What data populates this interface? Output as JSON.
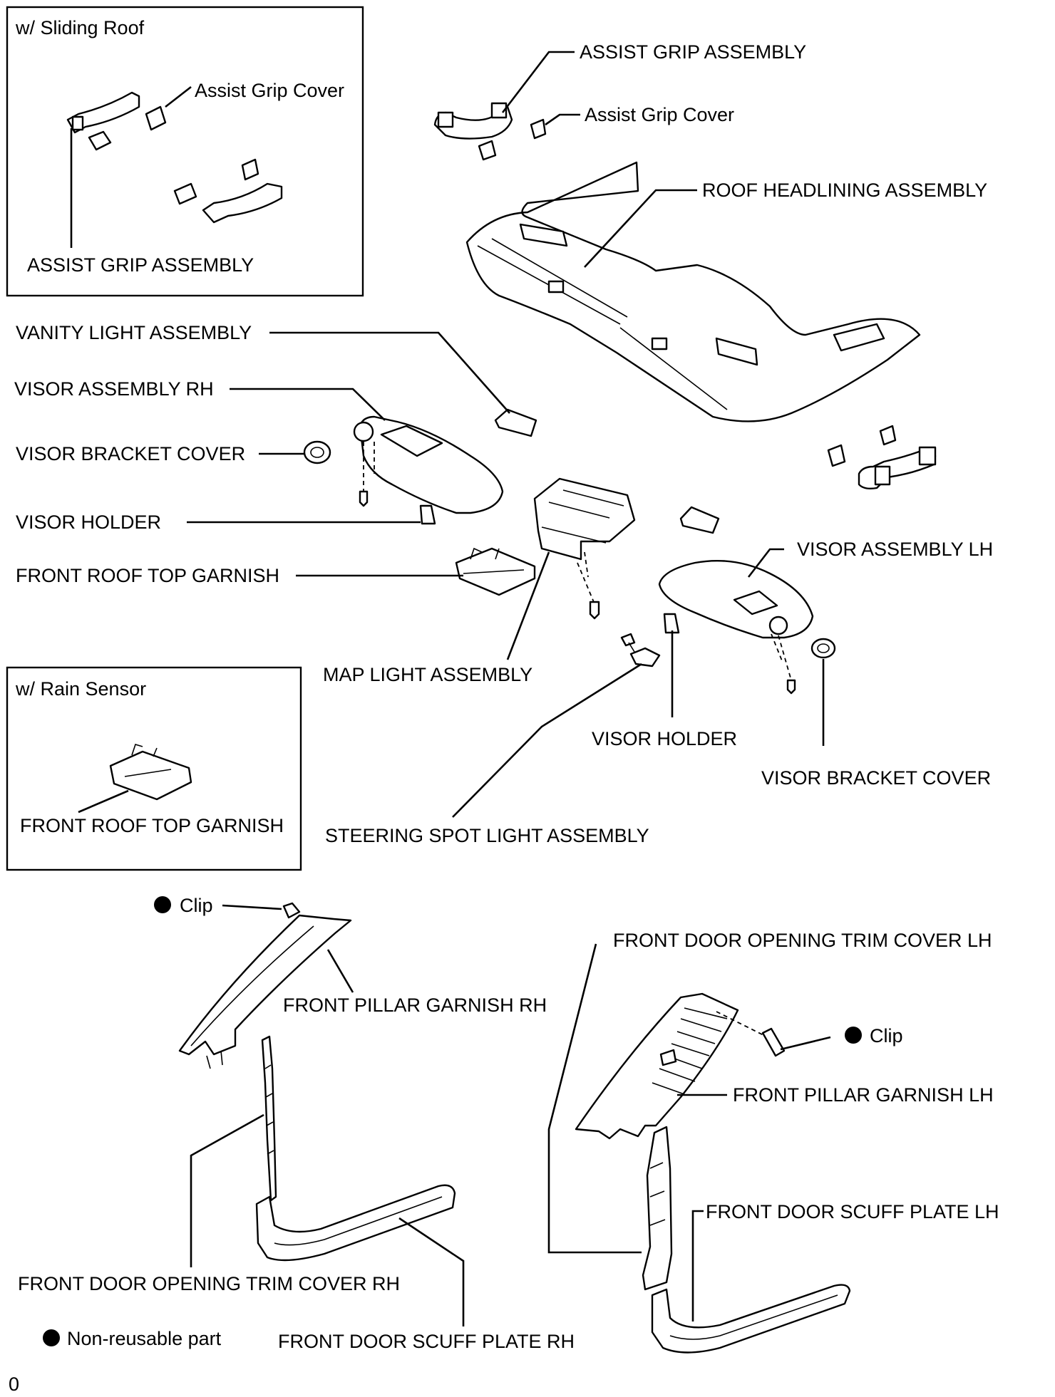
{
  "insets": {
    "sliding_roof": {
      "title": "w/ Sliding  Roof",
      "grip_cover": "Assist Grip Cover",
      "grip_assembly": "ASSIST GRIP ASSEMBLY"
    },
    "rain_sensor": {
      "title": "w/ Rain Sensor",
      "garnish": "FRONT ROOF TOP GARNISH"
    }
  },
  "labels": {
    "assist_grip_assembly": "ASSIST GRIP ASSEMBLY",
    "assist_grip_cover": "Assist Grip Cover",
    "roof_headlining_assembly": "ROOF HEADLINING ASSEMBLY",
    "vanity_light_assembly": "VANITY LIGHT ASSEMBLY",
    "visor_assembly_rh": "VISOR ASSEMBLY RH",
    "visor_bracket_cover_rh": "VISOR BRACKET COVER",
    "visor_holder_rh": "VISOR HOLDER",
    "front_roof_top_garnish": "FRONT ROOF TOP GARNISH",
    "visor_assembly_lh": "VISOR ASSEMBLY LH",
    "map_light_assembly": "MAP LIGHT ASSEMBLY",
    "visor_holder_lh": "VISOR HOLDER",
    "visor_bracket_cover_lh": "VISOR BRACKET COVER",
    "steering_spot_light_assembly": "STEERING SPOT LIGHT ASSEMBLY",
    "clip_rh": "Clip",
    "front_pillar_garnish_rh": "FRONT PILLAR GARNISH RH",
    "front_door_opening_trim_cover_lh": "FRONT DOOR OPENING TRIM COVER LH",
    "clip_lh": "Clip",
    "front_pillar_garnish_lh": "FRONT PILLAR GARNISH LH",
    "front_door_scuff_plate_lh": "FRONT DOOR SCUFF PLATE LH",
    "front_door_opening_trim_cover_rh": "FRONT DOOR OPENING TRIM COVER RH",
    "front_door_scuff_plate_rh": "FRONT DOOR SCUFF PLATE RH"
  },
  "legend": {
    "non_reusable": "Non-reusable part"
  },
  "footer": {
    "code": "0"
  }
}
